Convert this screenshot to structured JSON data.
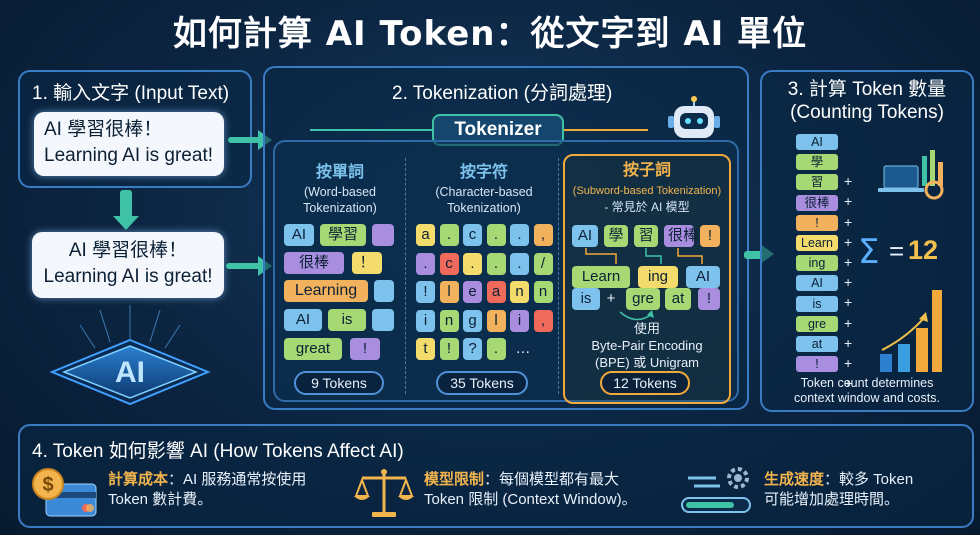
{
  "title": "如何計算 AI Token：從文字到 AI 單位",
  "section1": {
    "title": "1. 輸入文字 (Input Text)",
    "text_zh": "AI 學習很棒！",
    "text_en": "Learning AI is great!",
    "logo": "AI"
  },
  "section2": {
    "title": "2. Tokenization (分詞處理)",
    "tokenizer_label": "Tokenizer",
    "word_based": {
      "title": "按單詞",
      "subtitle_1": "(Word-based",
      "subtitle_2": "Tokenization)",
      "rows": [
        [
          "AI",
          "學習",
          ""
        ],
        [
          "很棒",
          "！"
        ],
        [
          "Learning",
          ""
        ],
        [
          "AI",
          "is",
          ""
        ],
        [
          "great",
          "!"
        ]
      ],
      "count": "9 Tokens"
    },
    "char_based": {
      "title": "按字符",
      "subtitle_1": "(Character-based",
      "subtitle_2": "Tokenization)",
      "rows": [
        [
          "a",
          ".",
          "c",
          ".",
          ".",
          ","
        ],
        [
          ".",
          "c",
          ".",
          ".",
          ".",
          "/"
        ],
        [
          "!",
          "l",
          "e",
          "a",
          "n",
          "n"
        ],
        [
          "i",
          "n",
          "g",
          "l",
          "i",
          ","
        ],
        [
          "t",
          "!",
          "?",
          "."
        ]
      ],
      "ellipsis": "…",
      "count": "35 Tokens"
    },
    "subword": {
      "title": "按子詞",
      "subtitle_1": "(Subword-based Tokenization)",
      "subtitle_2": "- 常見於 AI 模型",
      "row1": [
        "AI",
        "學",
        "習",
        "很棒",
        "!"
      ],
      "row2": [
        "Learn",
        "ing",
        "AI"
      ],
      "row3": [
        "is",
        "+",
        "gre",
        "at",
        "!"
      ],
      "method_1": "使用",
      "method_2": "Byte-Pair Encoding",
      "method_3": "(BPE) 或 Unigram",
      "count": "12 Tokens"
    }
  },
  "section3": {
    "title_1": "3. 計算 Token 數量",
    "title_2": "(Counting Tokens)",
    "tokens": [
      "AI",
      "學",
      "習",
      "很棒",
      "!",
      "Learn",
      "ing",
      "AI",
      "is",
      "gre",
      "at",
      "!"
    ],
    "sum_symbol": "Σ",
    "equals": "=",
    "total": "12",
    "note_1": "Token count determines",
    "note_2": "context window and costs."
  },
  "section4": {
    "title": "4. Token 如何影響 AI (How Tokens Affect AI)",
    "items": [
      {
        "key": "計算成本",
        "line1": "：AI 服務通常按使用",
        "line2": "Token 數計費。"
      },
      {
        "key": "模型限制",
        "line1": "：每個模型都有最大",
        "line2": "Token 限制 (Context Window)。"
      },
      {
        "key": "生成速度",
        "line1": "：較多 Token",
        "line2": "可能增加處理時間。"
      }
    ]
  },
  "colors": {
    "accent": "#3fc2a5",
    "panel_border": "#3a7cc4",
    "highlight_border": "#f2a93b",
    "key_text": "#f2b44d"
  }
}
